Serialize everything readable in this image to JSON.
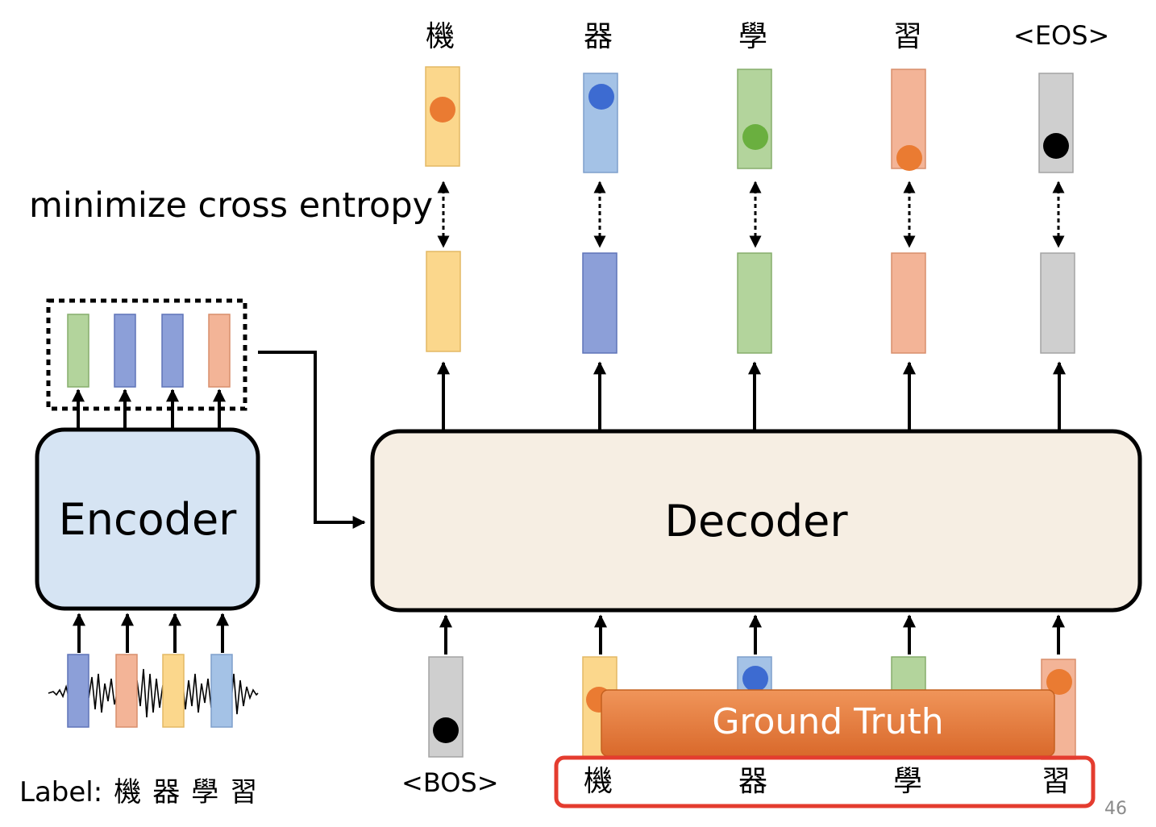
{
  "output_tokens": [
    "機",
    "器",
    "學",
    "習",
    "<EOS>"
  ],
  "loss_label": "minimize cross entropy",
  "encoder_label": "Encoder",
  "decoder_label": "Decoder",
  "bos_token": "<BOS>",
  "ground_truth_tokens": [
    "機",
    "器",
    "學",
    "習"
  ],
  "ground_truth_label": "Ground Truth",
  "label_prefix": "Label:",
  "label_tokens": [
    "機",
    "器",
    "學",
    "習"
  ],
  "slide_number": "46",
  "colors": {
    "yellow": "#fbd78c",
    "blue": "#a4c2e6",
    "dark_blue": "#8c9fd8",
    "green": "#b3d49c",
    "salmon": "#f3b497",
    "gray": "#cfcfcf",
    "encoder_fill": "#d6e4f3",
    "decoder_fill": "#f6eee3",
    "ground_truth_fill": "#e8803e",
    "highlight_border": "#e43c2f",
    "dot_orange": "#ea7b32",
    "dot_blue": "#3d6bd1",
    "dot_green": "#6aaf3f",
    "dot_black": "#000000"
  }
}
